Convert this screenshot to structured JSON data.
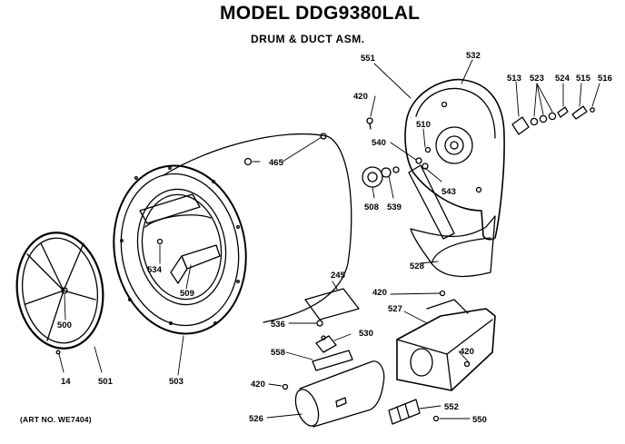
{
  "title": "MODEL DDG9380LAL",
  "subtitle": "DRUM & DUCT ASM.",
  "art_number": "(ART NO. WE7404)",
  "parts": [
    {
      "id": "p551",
      "label": "551"
    },
    {
      "id": "p532",
      "label": "532"
    },
    {
      "id": "p513",
      "label": "513"
    },
    {
      "id": "p523",
      "label": "523"
    },
    {
      "id": "p524",
      "label": "524"
    },
    {
      "id": "p515",
      "label": "515"
    },
    {
      "id": "p516",
      "label": "516"
    },
    {
      "id": "p420a",
      "label": "420"
    },
    {
      "id": "p510",
      "label": "510"
    },
    {
      "id": "p540",
      "label": "540"
    },
    {
      "id": "p465",
      "label": "465"
    },
    {
      "id": "p543",
      "label": "543"
    },
    {
      "id": "p508",
      "label": "508"
    },
    {
      "id": "p539",
      "label": "539"
    },
    {
      "id": "p528",
      "label": "528"
    },
    {
      "id": "p534",
      "label": "534"
    },
    {
      "id": "p509",
      "label": "509"
    },
    {
      "id": "p245",
      "label": "245"
    },
    {
      "id": "p420b",
      "label": "420"
    },
    {
      "id": "p527",
      "label": "527"
    },
    {
      "id": "p500",
      "label": "500"
    },
    {
      "id": "p536",
      "label": "536"
    },
    {
      "id": "p530",
      "label": "530"
    },
    {
      "id": "p420c",
      "label": "420"
    },
    {
      "id": "p558",
      "label": "558"
    },
    {
      "id": "p14",
      "label": "14"
    },
    {
      "id": "p501",
      "label": "501"
    },
    {
      "id": "p503",
      "label": "503"
    },
    {
      "id": "p420d",
      "label": "420"
    },
    {
      "id": "p552",
      "label": "552"
    },
    {
      "id": "p526",
      "label": "526"
    },
    {
      "id": "p550",
      "label": "550"
    }
  ]
}
